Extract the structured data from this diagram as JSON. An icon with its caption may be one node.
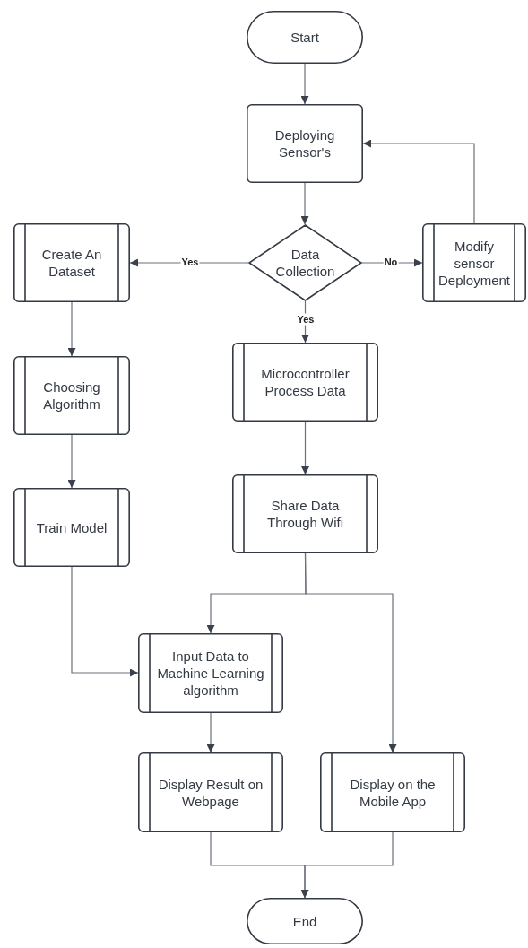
{
  "diagram": {
    "nodes": [
      {
        "text": [
          "Start"
        ]
      },
      {
        "text": [
          "Deploying Sensor's"
        ]
      },
      {
        "text": [
          "Data Collection"
        ]
      },
      {
        "text": [
          "Create An Dataset"
        ]
      },
      {
        "text": [
          "Modify sensor Deployment"
        ]
      },
      {
        "text": [
          "Choosing Algorithm"
        ]
      },
      {
        "text": [
          "Microcontroller Process Data"
        ]
      },
      {
        "text": [
          "Train Model"
        ]
      },
      {
        "text": [
          "Share Data Through Wifi"
        ]
      },
      {
        "text": [
          "Input Data to Machine Learning algorithm"
        ]
      },
      {
        "text": [
          "Display Result on Webpage"
        ]
      },
      {
        "text": [
          "Display on the Mobile App"
        ]
      },
      {
        "text": [
          "End"
        ]
      }
    ],
    "edges": [
      {
        "from": 0,
        "to": 1,
        "arrow": "to"
      },
      {
        "from": 1,
        "to": 2,
        "arrow": "to"
      },
      {
        "from": 2,
        "to": 3,
        "arrow": "to",
        "label": "Yes"
      },
      {
        "from": 2,
        "to": 4,
        "arrow": "to",
        "label": "No"
      },
      {
        "from": 4,
        "to": 1,
        "arrow": "to"
      },
      {
        "from": 2,
        "to": 6,
        "arrow": "to",
        "label": "Yes"
      },
      {
        "from": 3,
        "to": 5,
        "arrow": "to"
      },
      {
        "from": 5,
        "to": 7,
        "arrow": "to"
      },
      {
        "from": 6,
        "to": 8,
        "arrow": "to"
      },
      {
        "from": 7,
        "to": 9,
        "arrow": "to"
      },
      {
        "from": 8,
        "to": 9,
        "arrow": "to"
      },
      {
        "from": 8,
        "to": 11,
        "arrow": "to"
      },
      {
        "from": 9,
        "to": 10,
        "arrow": "to"
      },
      {
        "from": 10,
        "to": 12,
        "arrow": "to"
      },
      {
        "from": 11,
        "to": 12,
        "arrow": "to"
      }
    ]
  }
}
